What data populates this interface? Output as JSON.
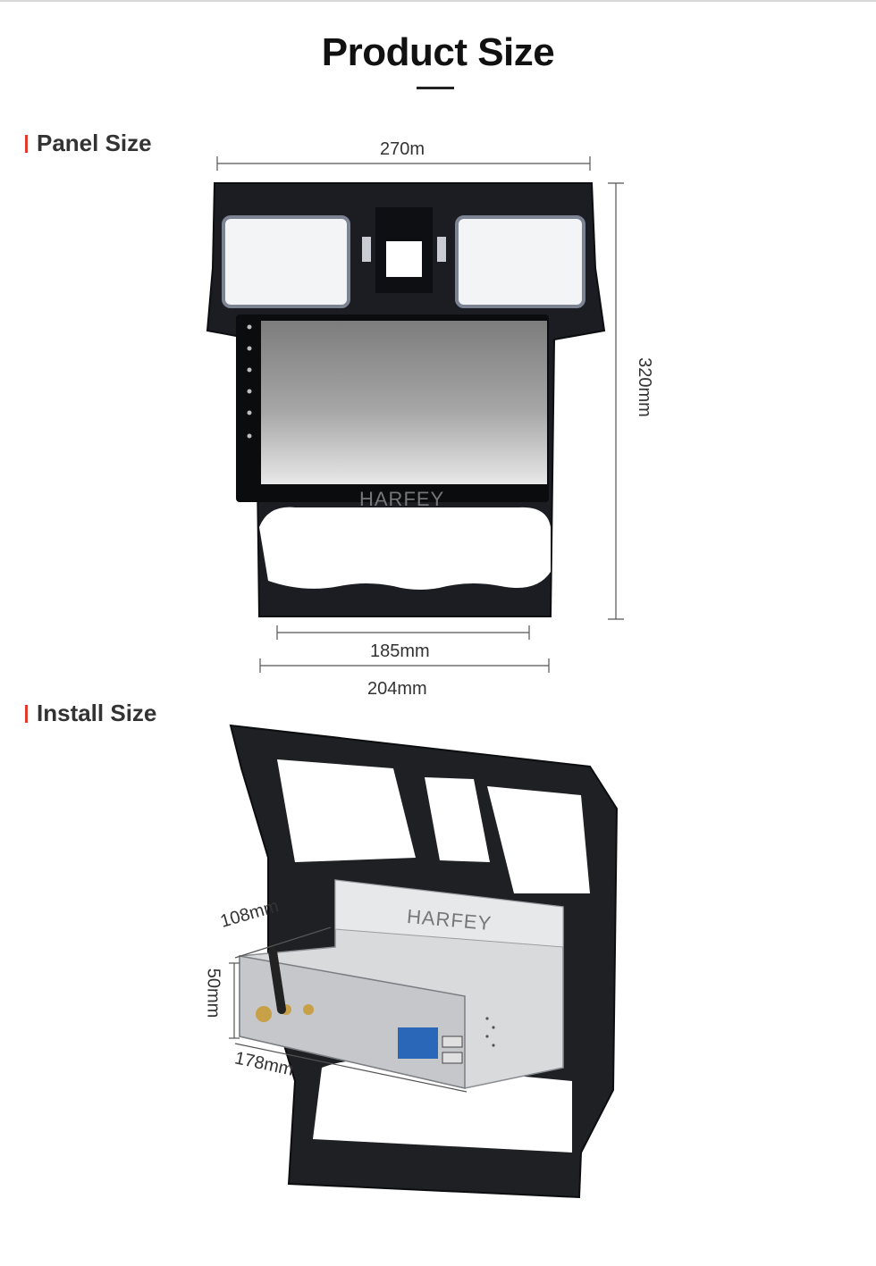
{
  "page": {
    "title": "Product Size"
  },
  "panel": {
    "label": "Panel Size",
    "width_top": "270m",
    "height": "320mm",
    "screen_width": "185mm",
    "bottom_width": "204mm",
    "brand": "HARFEY"
  },
  "install": {
    "label": "Install Size",
    "depth": "108mm",
    "height": "50mm",
    "width": "178mm",
    "brand": "HARFEY"
  },
  "colors": {
    "accent": "#e03a2f",
    "frame": "#1b1d22"
  }
}
